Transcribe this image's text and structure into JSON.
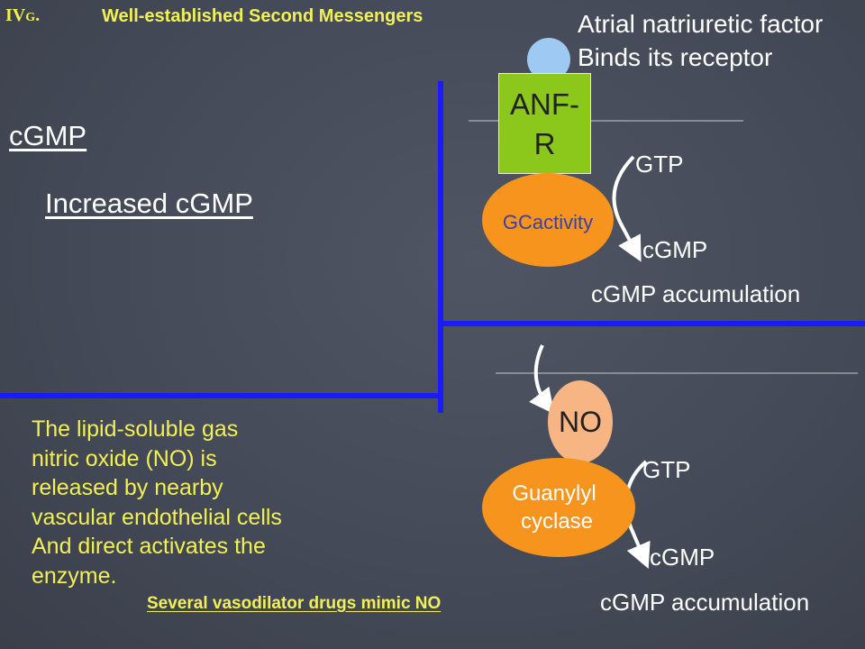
{
  "header": {
    "section": "IV",
    "section_sub": "G",
    "section_dot": ".",
    "title": "Well-established Second Messengers"
  },
  "left": {
    "heading": "cGMP",
    "subheading": "Increased cGMP",
    "paragraph": [
      "The lipid-soluble gas",
      "nitric oxide (NO) is",
      "released by nearby",
      "vascular endothelial cells",
      "And direct activates the",
      "enzyme."
    ],
    "footnote": "Several vasodilator drugs mimic NO"
  },
  "top_panel": {
    "caption_line1": "Atrial natriuretic factor",
    "caption_line2": "Binds its receptor",
    "receptor_line1": "ANF-",
    "receptor_line2": "R",
    "enzyme": "GCactivity",
    "substrate": "GTP",
    "product": "cGMP",
    "result": "cGMP accumulation"
  },
  "bottom_panel": {
    "messenger": "NO",
    "enzyme_line1": "Guanylyl",
    "enzyme_line2": "cyclase",
    "substrate": "GTP",
    "product": "cGMP",
    "result": "cGMP accumulation"
  },
  "colors": {
    "header": "#f2f055",
    "divider": "#1a1aff",
    "receptor": "#8cc81c",
    "enzyme": "#f7941d",
    "ligand": "#9ec9f2",
    "no_circle": "#f7b583",
    "text_accent": "#f2f055"
  }
}
